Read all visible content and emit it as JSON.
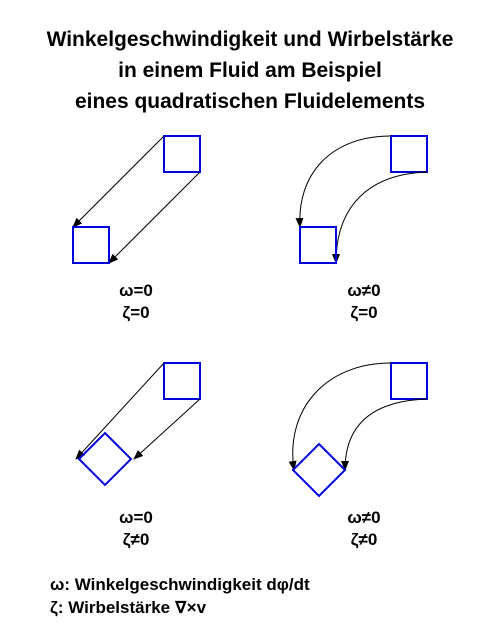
{
  "title": {
    "line1": "Winkelgeschwindigkeit und Wirbelstärke",
    "line2": "in einem Fluid am Beispiel",
    "line3": "eines quadratischen Fluidelements"
  },
  "panels": [
    {
      "omega": "ω=0",
      "zeta": "ζ=0"
    },
    {
      "omega": "ω≠0",
      "zeta": "ζ=0"
    },
    {
      "omega": "ω=0",
      "zeta": "ζ≠0"
    },
    {
      "omega": "ω≠0",
      "zeta": "ζ≠0"
    }
  ],
  "legend": {
    "omega": "ω: Winkelgeschwindigkeit dφ/dt",
    "zeta": "ζ: Wirbelstärke ∇×v"
  },
  "colors": {
    "square": "#0000dd",
    "arrow": "#000000"
  }
}
